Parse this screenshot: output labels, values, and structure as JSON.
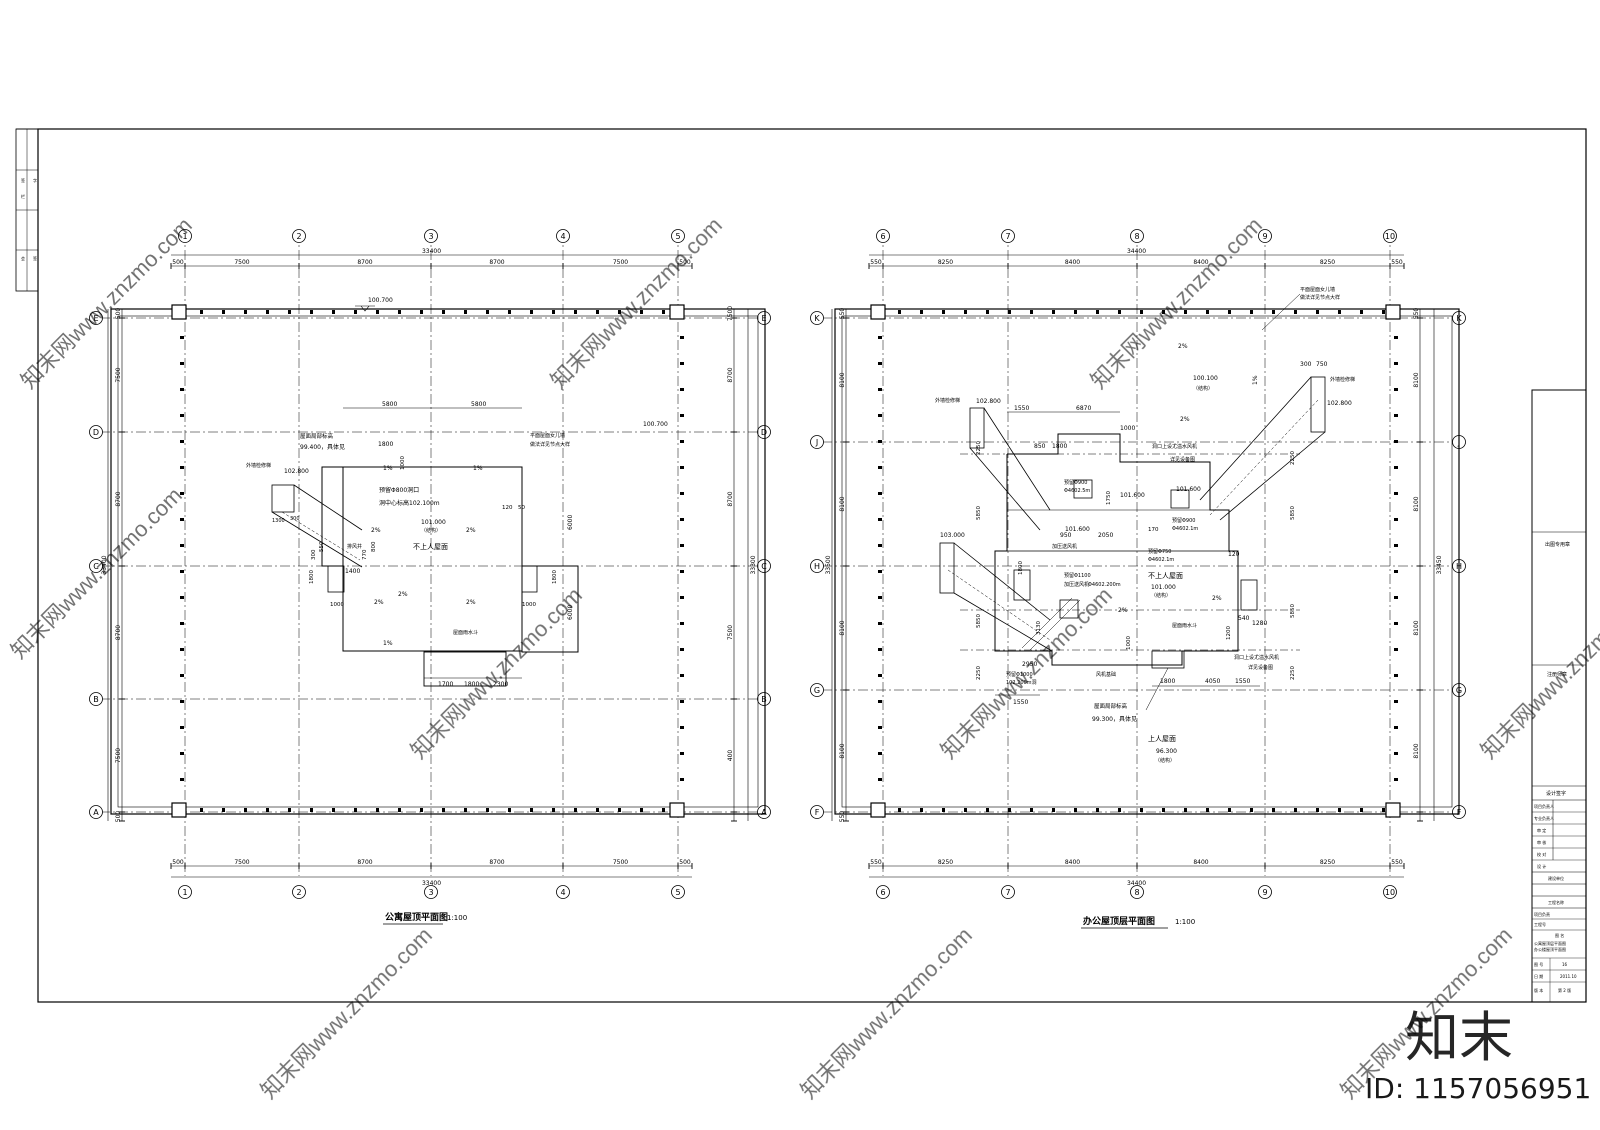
{
  "left_plan": {
    "title": "公寓屋顶平面图",
    "scale": "1:100",
    "axes_x": [
      "1",
      "2",
      "3",
      "4",
      "5"
    ],
    "axes_y": [
      "E",
      "D",
      "C",
      "B",
      "A"
    ],
    "dims_x": [
      "500",
      "7500",
      "8700",
      "8700",
      "7500",
      "500"
    ],
    "dims_x_total": "33400",
    "dims_y_left": [
      "500",
      "7500",
      "8700",
      "8700",
      "7500",
      "500"
    ],
    "dims_y_total": "33400",
    "dims_y_right": [
      "7500",
      "8700",
      "8700",
      "7500",
      "400"
    ],
    "dims_y_right_total": "33300",
    "labels": {
      "elev_top": "100.700",
      "elev_right": "100.700",
      "dim_5800a": "5800",
      "dim_5800b": "5800",
      "parapet": "屋面局部标高",
      "parapet_elev": "99.400，具体见",
      "d1800": "1800",
      "d1000": "1000",
      "slope1": "1%",
      "slope2": "1%",
      "note_r": "平面屋面女儿墙",
      "note_r2": "做法详见节点大样",
      "hole": "预留Φ800洞口",
      "hole_elev": "洞中心标高102.100m",
      "ext": "外墙检修梯",
      "e102": "102.800",
      "d1300": "1300",
      "d300": "300",
      "d120": "120",
      "d50": "50",
      "e101": "101.000",
      "e101b": "（结构）",
      "slope3": "2%",
      "slope4": "2%",
      "d6000a": "6000",
      "roof_type": "不上人屋面",
      "slope5": "2%",
      "slope6": "2%",
      "slope7": "2%",
      "d1400": "1400",
      "d1800b": "1800",
      "d1000b": "1000",
      "d1000c": "1000",
      "d1800c": "1800",
      "d6000b": "6000",
      "slope8": "1%",
      "drain": "屋面雨水斗",
      "d1700": "1700",
      "d1800d": "1800",
      "d2300": "2300",
      "d300b": "300",
      "d550": "550",
      "d800": "800",
      "d770": "770",
      "vent": "排风井"
    }
  },
  "right_plan": {
    "title": "办公屋顶层平面图",
    "scale": "1:100",
    "axes_x": [
      "6",
      "7",
      "8",
      "9",
      "10"
    ],
    "axes_y": [
      "K",
      "J",
      "H",
      "G",
      "F"
    ],
    "dims_x": [
      "550",
      "8250",
      "8400",
      "8400",
      "8250",
      "550"
    ],
    "dims_x_total": "34400",
    "dims_y_left": [
      "550",
      "8100",
      "8100",
      "8100",
      "8100",
      "550"
    ],
    "dims_y_total": "33500",
    "dims_y_right": [
      "550",
      "8100",
      "8100",
      "8100",
      "8100"
    ],
    "dims_y_right_total": "33450",
    "labels": {
      "note_tr": "平面屋面女儿墙",
      "note_tr2": "做法详见节点大样",
      "slope_a": "2%",
      "e100": "100.100",
      "e100b": "（结构）",
      "slope_b": "2%",
      "slope_c": "1%",
      "d300": "300",
      "d750": "750",
      "e102r": "102.800",
      "ext1": "外墙检修梯",
      "ext2": "外墙检修梯",
      "e102l": "102.800",
      "d1550": "1550",
      "d6870": "6870",
      "d1000": "1000",
      "d850": "850",
      "d1800": "1800",
      "note_c": "洞口上设尤溢水风机",
      "note_c2": "详见设备图",
      "hole1": "预留Φ900",
      "hole1b": "Φ4602.5m",
      "e101_6": "101.600",
      "e101_6b": "101.600",
      "e101_6c": "101.600",
      "d5850a": "5850",
      "d5850b": "5850",
      "d2250a": "2250",
      "d5850c": "5850",
      "d5850d": "5850",
      "d2250b": "2250",
      "d2250c": "2250",
      "d2250d": "2250",
      "e103": "103.000",
      "pump": "加压送风机",
      "hole2": "预留Φ900",
      "hole2b": "Φ4602.1m",
      "hole3": "预留Φ750",
      "hole3b": "Φ4602.1m",
      "d120": "120",
      "roof2": "不上人屋面",
      "e101": "101.000",
      "e101b": "（结构）",
      "pump2": "加压送风机",
      "hole4": "预留Φ1100",
      "hole4b": "Φ4602.200m",
      "slope_d": "2%",
      "slope_e": "2%",
      "d540": "540",
      "d1280": "1280",
      "drain": "屋面雨水斗",
      "d3130": "3130",
      "note_c3": "洞口上设尤溢水风机",
      "note_c4": "详见设备图",
      "hole5": "预留Φ1000",
      "hole5b": "102.200m洞",
      "d2950": "2950",
      "fan": "风机基础",
      "d1800b": "1800",
      "d4050": "4050",
      "d1550b": "1550",
      "d1550c": "1550",
      "parapet": "屋面局部标高",
      "parapet_elev": "99.300，具体见",
      "roof3": "上人屋面",
      "e96": "96.300",
      "e96b": "（结构）",
      "d950": "950",
      "d2050": "2050",
      "d170": "170",
      "d1750": "1750",
      "d1200": "1200",
      "d1800c": "1800",
      "d1000b": "1000"
    }
  },
  "title_block": {
    "r1": "出图专用章",
    "r2": "注册师章",
    "r3": "设计签字",
    "r4": "项目负责人",
    "r5": "专业负责人",
    "r6": "审 定",
    "r7": "审 核",
    "r8": "校 对",
    "r9": "设 计",
    "r10": "建设单位",
    "r11": "工程名称",
    "r12": "项目负责",
    "r13": "工程号",
    "r14": "图 名",
    "r15": "公寓屋顶层平面图",
    "r16": "办公楼屋顶平面图",
    "r17": "图 号",
    "r18": "16",
    "r19": "日 期",
    "r20": "2011.10",
    "r21": "版 本",
    "r22": "第 2 版"
  },
  "left_strip": [
    "签",
    "字",
    "栏",
    "会",
    "签"
  ],
  "watermark": {
    "brand": "知末",
    "id": "ID: 1157056951",
    "tile": "知末网www.znzmo.com"
  }
}
